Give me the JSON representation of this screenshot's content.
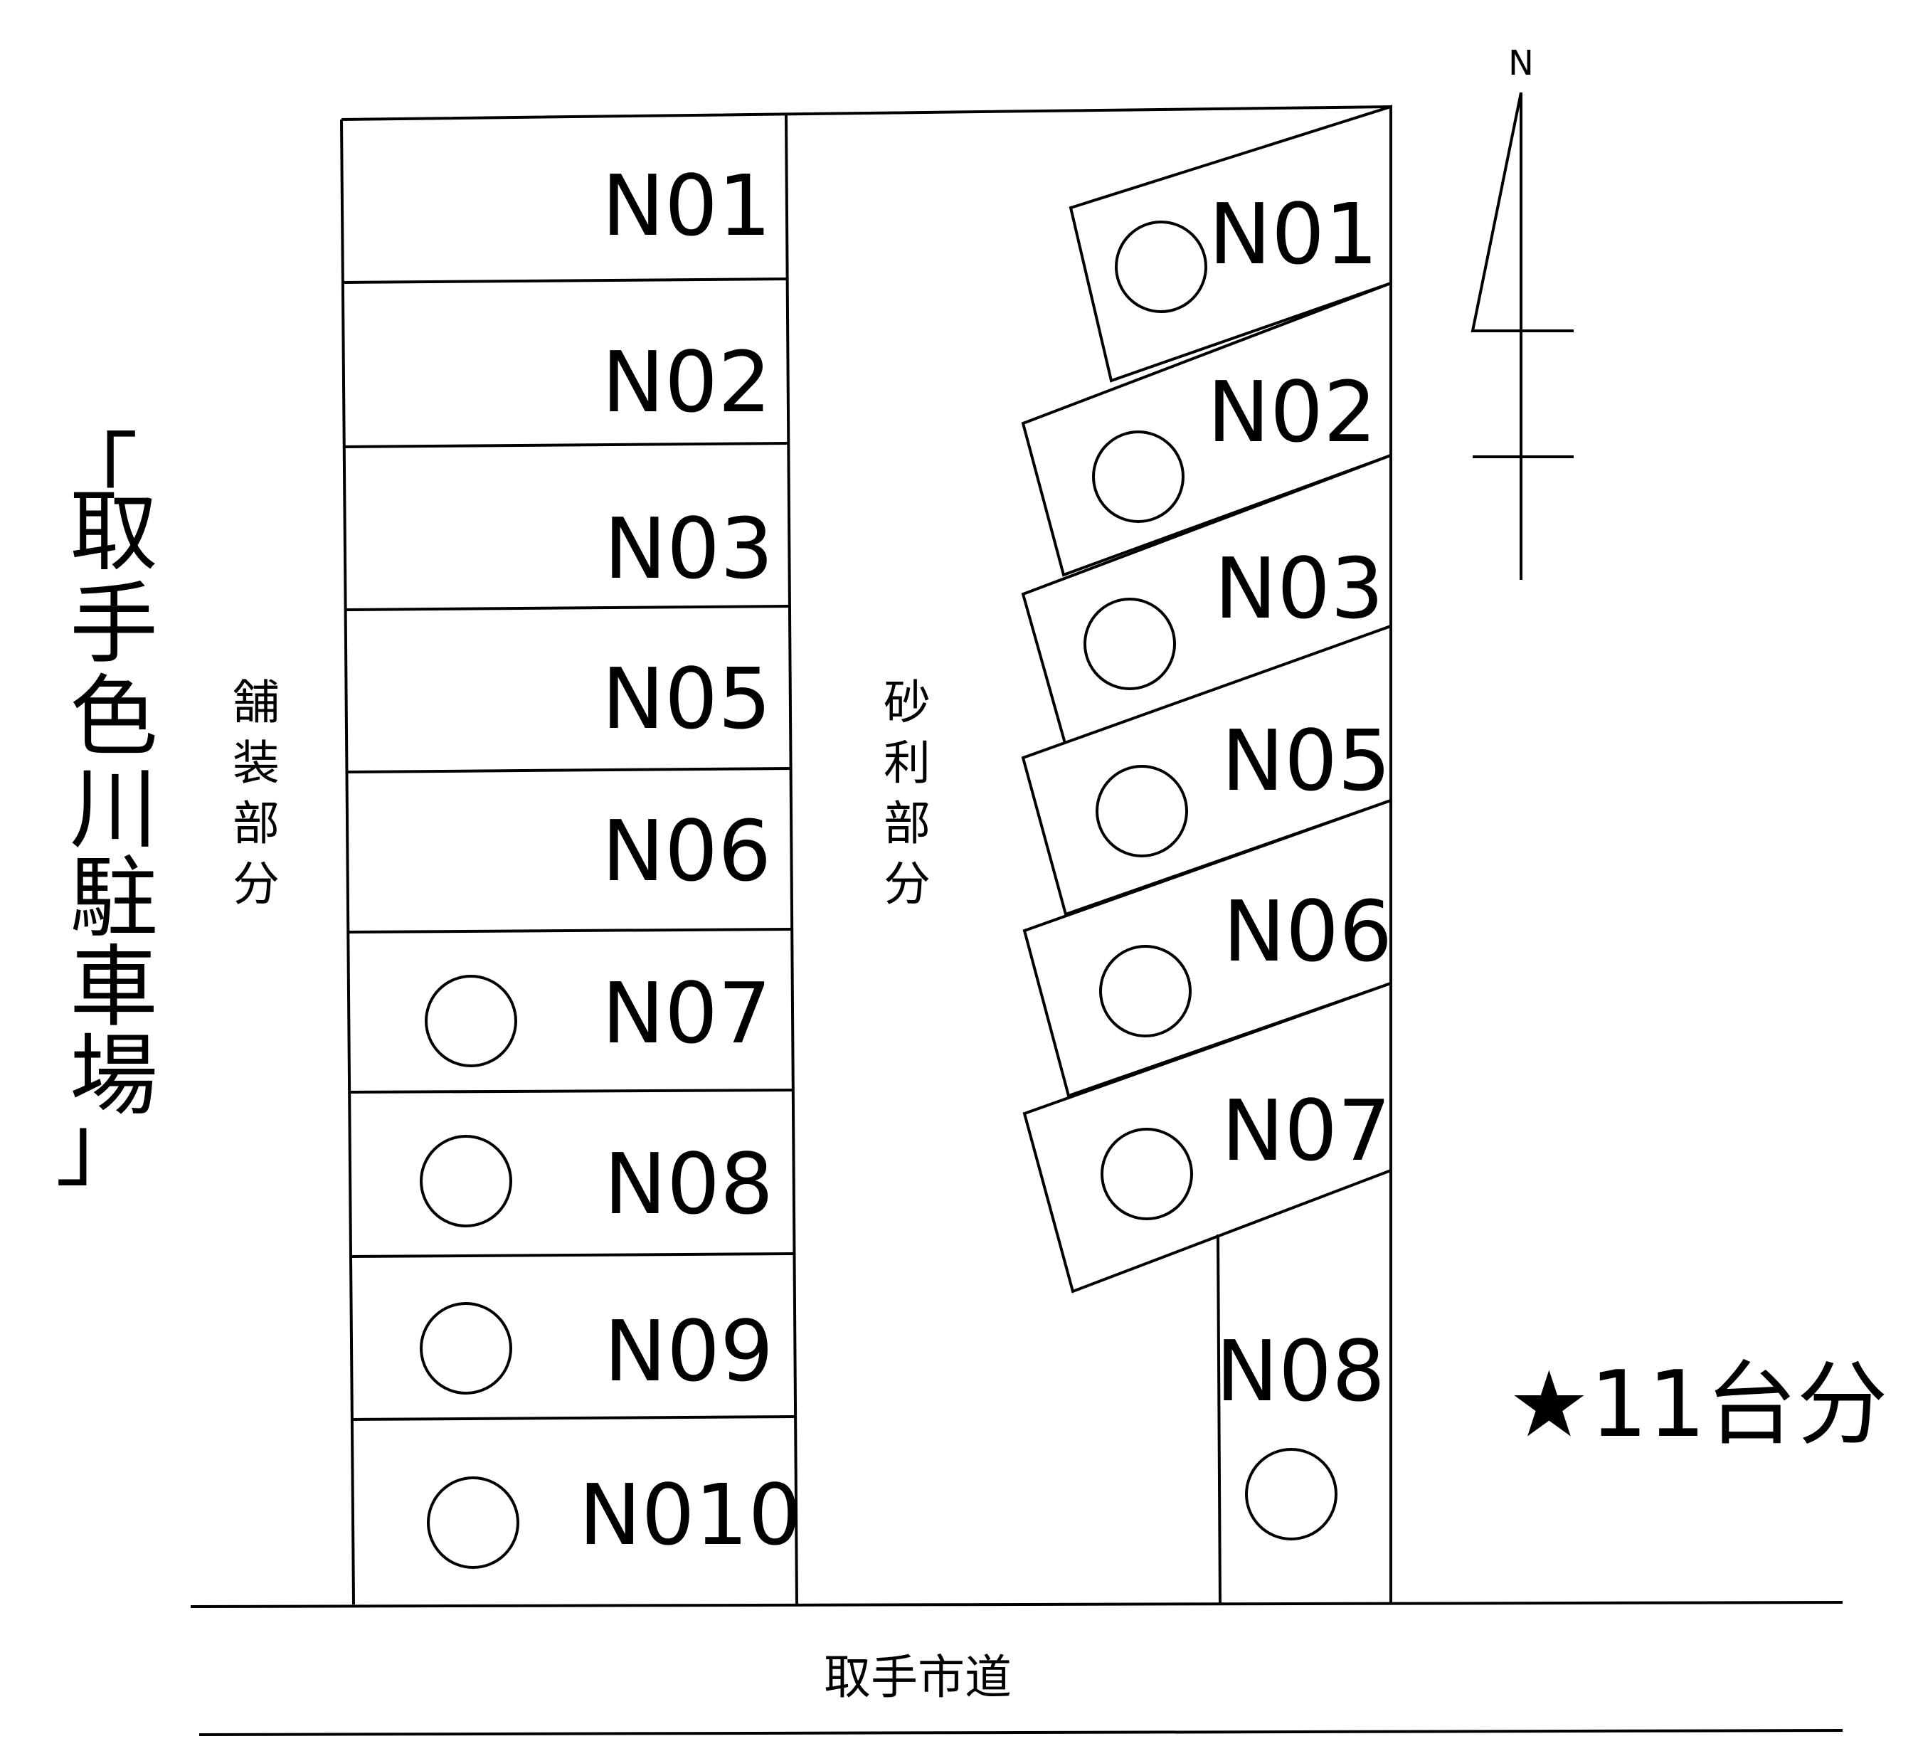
{
  "title": {
    "open_bracket": "「",
    "chars": [
      "取",
      "手",
      "色",
      "川",
      "駐",
      "車",
      "場"
    ],
    "close_bracket": "」"
  },
  "paved_section": {
    "chars": [
      "舗",
      "装",
      "部",
      "分"
    ]
  },
  "gravel_section": {
    "chars": [
      "砂",
      "利",
      "部",
      "分"
    ]
  },
  "north_label": "N",
  "road_label": "取手市道",
  "capacity_label": "★11台分",
  "paved_stalls": [
    {
      "label": "N01",
      "circle": false
    },
    {
      "label": "N02",
      "circle": false
    },
    {
      "label": "N03",
      "circle": false
    },
    {
      "label": "N05",
      "circle": false
    },
    {
      "label": "N06",
      "circle": false
    },
    {
      "label": "N07",
      "circle": true
    },
    {
      "label": "N08",
      "circle": true
    },
    {
      "label": "N09",
      "circle": true
    },
    {
      "label": "N010",
      "circle": true
    }
  ],
  "gravel_stalls": [
    {
      "label": "N01",
      "circle": true
    },
    {
      "label": "N02",
      "circle": true
    },
    {
      "label": "N03",
      "circle": true
    },
    {
      "label": "N05",
      "circle": true
    },
    {
      "label": "N06",
      "circle": true
    },
    {
      "label": "N07",
      "circle": true
    },
    {
      "label": "N08",
      "circle": true
    }
  ]
}
